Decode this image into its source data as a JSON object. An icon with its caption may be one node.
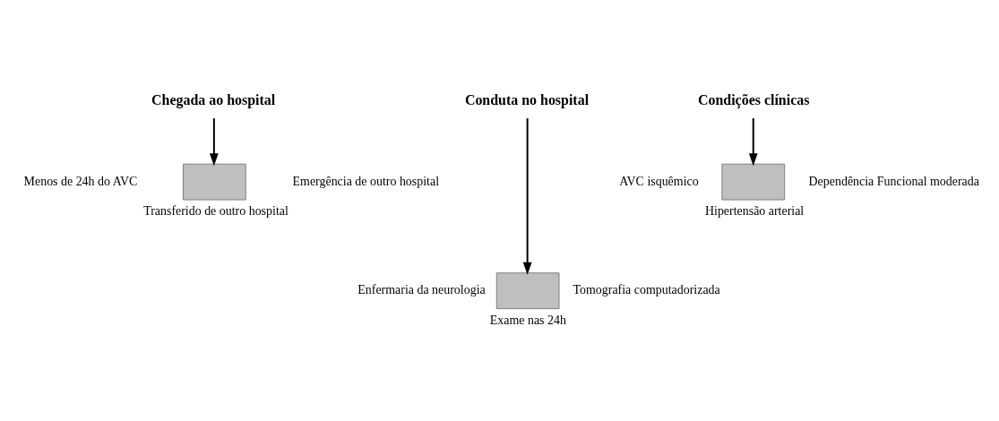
{
  "diagram": {
    "nodes": [
      {
        "text": [
          "Chegada ao hospital"
        ]
      },
      {
        "text": [
          "Conduta no hospital"
        ]
      },
      {
        "text": [
          "Condições clínicas"
        ]
      },
      {
        "text": [],
        "shape": "arrow",
        "beside": [
          "Menos de 24h do AVC",
          "Emergência de outro hospital",
          "Transferido de outro hospital"
        ]
      },
      {
        "text": [],
        "shape": "arrow",
        "beside": [
          "Enfermaria da neurologia",
          "Tomografia computadorizada",
          "Exame nas 24h"
        ]
      },
      {
        "text": [],
        "shape": "arrow",
        "beside": [
          "AVC isquêmico",
          "Dependência Funcional moderada",
          "Hipertensão arterial"
        ]
      }
    ],
    "edges": [
      {
        "from": 0,
        "to": 3,
        "arrow": "to"
      },
      {
        "from": 1,
        "to": 4,
        "arrow": "to"
      },
      {
        "from": 2,
        "to": 5,
        "arrow": "to"
      }
    ]
  }
}
